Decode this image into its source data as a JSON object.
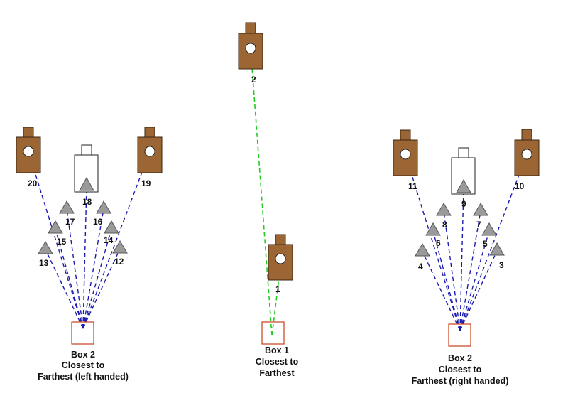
{
  "colors": {
    "target_fill": "#9c6634",
    "target_stroke": "#3b2410",
    "noshoot_fill": "#ffffff",
    "popper_fill": "#9a9a9a",
    "box_stroke": "#c8401c",
    "line_blue": "#1b1bb0",
    "line_green": "#22cc22"
  },
  "stages": [
    {
      "caption": [
        "Box 2",
        "Closest to",
        "Farthest (left handed)"
      ],
      "labels": {
        "paper_left": "20",
        "paper_right": "19",
        "noshoot": "18",
        "popper_top_left": "17",
        "popper_top_right": "16",
        "popper_mid_left": "15",
        "popper_mid_right": "14",
        "popper_low_left": "13",
        "popper_low_right": "12"
      }
    },
    {
      "caption": [
        "Box 1",
        "Closest to",
        "Farthest"
      ],
      "labels": {
        "paper_far": "2",
        "paper_near": "1"
      }
    },
    {
      "caption": [
        "Box 2",
        "Closest to",
        "Farthest (right handed)"
      ],
      "labels": {
        "paper_left": "11",
        "paper_right": "10",
        "noshoot": "9",
        "popper_top_left": "8",
        "popper_top_right": "7",
        "popper_mid_left": "6",
        "popper_mid_right": "5",
        "popper_low_left": "4",
        "popper_low_right": "3"
      }
    }
  ]
}
